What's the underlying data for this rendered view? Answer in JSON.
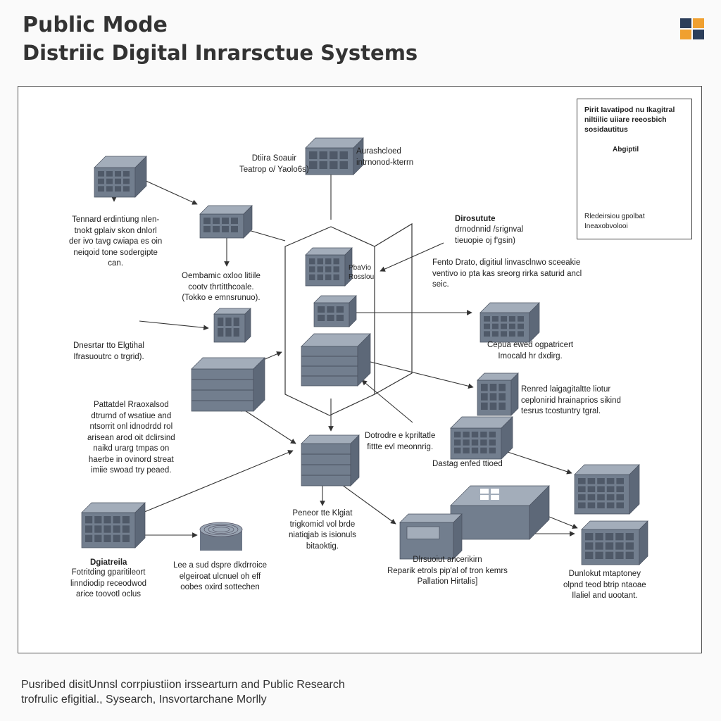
{
  "header": {
    "title_line1": "Public Mode",
    "title_line2": "Distriic Digital Inrarsctue Systems",
    "logo_colors": [
      "#2c3e5a",
      "#f0a030",
      "#f0a030",
      "#2c3e5a"
    ]
  },
  "labels": {
    "top_left": [
      "Dtiira Soauir",
      "Teatrop o/ Yaolo6s)"
    ],
    "top_right": [
      "Aurashcloed",
      "intrnonod-kterrn"
    ],
    "left_desc": [
      "Tennard erdintiung nlen-",
      "tnokt gplaiv skon dnlorl",
      "der ivo tavg cwiapa es oin",
      "neiqoid tone sodergipte",
      "can."
    ],
    "center_left": [
      "Oembamic oxloo litiile",
      "cootv thrtitthcoale.",
      "(Tokko e emnsrunuo)."
    ],
    "core_tag": [
      "PbaVio",
      "Rosslou"
    ],
    "right_head": "Dirosutute",
    "right_head_sub": [
      "drnodnnid /srignval",
      "tieuopie oj f'gsin)"
    ],
    "right_desc": [
      "Fento Drato, digitiul linvasclnwo sceeakie",
      "ventivo io pta kas sreorg rirka saturid ancl",
      "seic."
    ],
    "mid_left": [
      "Dnesrtar tto Elgtihal",
      "Ifrasuoutrc o trgrid)."
    ],
    "right_mid": [
      "Cepua ewed ogpatricert",
      "Imocald hr dxdirg."
    ],
    "left_long": [
      "Pattatdel Rraoxalsod",
      "dtrurnd of wsatiue and",
      "ntsorrit onl idnodrdd rol",
      "arisean arod oit dclirsind",
      "naikd urarg tmpas on",
      "haerbe in ovinord streat",
      "imiie swoad try peaed."
    ],
    "right_box": [
      "Renred laigagitaltte liotur",
      "ceplonirid hrainaprios sikind",
      "tesrus tcostuntry tgral."
    ],
    "mid_center": [
      "Dotrodre e kpriltatle",
      "fittte evl meonnrig."
    ],
    "right_lower": "Dastag enfed ttioed",
    "lower_center": [
      "Peneor tte Klgiat",
      "trigkomicl vol brde",
      "niatiqjab is isionuls",
      "bitaoktig."
    ],
    "bottom_left_head": "Dgiatreila",
    "bottom_left": [
      "Fotritding gparitileort",
      "linndiodip receodwod",
      "arice toovotl oclus"
    ],
    "bottom_mid": [
      "Lee a sud dspre dkdrroice",
      "elgeiroat ulcnuel oh eff",
      "oobes oxird sottechen"
    ],
    "bottom_center": [
      "Dlrsuoiut ancerikirn",
      "Reparik etrols pip'al of tron kemrs",
      "Pallation Hirtalis]"
    ],
    "bottom_right": [
      "Dunlokut mtaptoney",
      "olpnd teod btrip ntaoae",
      "Ilaliel and uootant."
    ]
  },
  "inset": {
    "title": [
      "Pirit Iavatipod nu Ikagitral",
      "niltiilic uiiare reeosbich",
      "sosidautitus"
    ],
    "subhead": "Abgiptil",
    "footer": [
      "Rledeirsiou gpolbat",
      "Ineaxobvolooi"
    ]
  },
  "caption": [
    "Pusribed disitUnnsl corrpiustiion irssearturn and Public Research",
    "trofrulic efigitial., Sysearch, Insvortarchane Morlly"
  ]
}
